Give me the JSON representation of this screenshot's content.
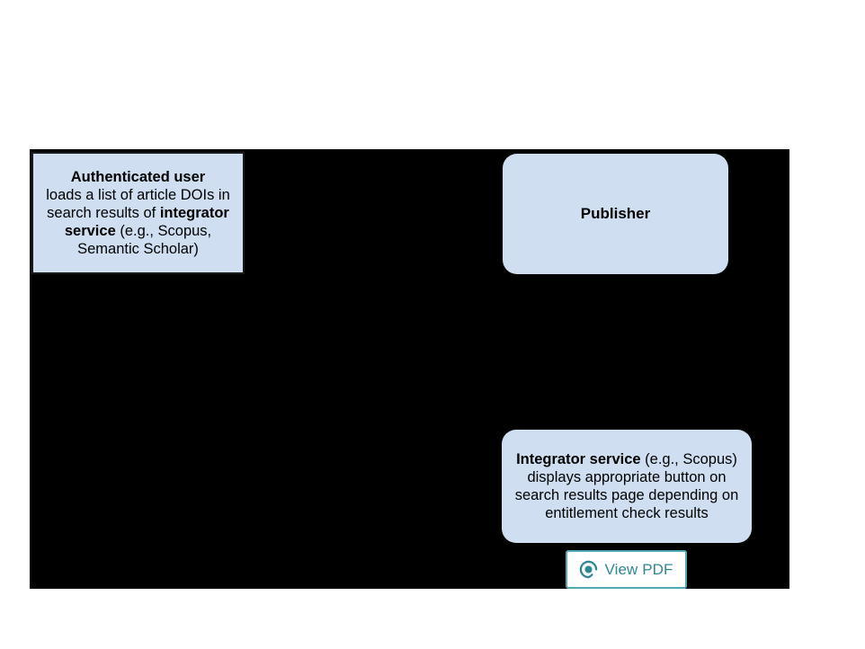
{
  "diagram": {
    "background_color": "#000000",
    "node_fill_color": "#cfdef0",
    "accent_color": "#2f8794",
    "nodes": {
      "user": {
        "id": "authenticated-user",
        "lead_label": "Authenticated user",
        "body_before": "loads a list of article DOIs in search results of ",
        "emphasis": "integrator service",
        "body_after": " (e.g., Scopus, Semantic Scholar)",
        "shape": "rectangle"
      },
      "publisher": {
        "id": "publisher",
        "label": "Publisher",
        "shape": "rounded-rectangle"
      },
      "integrator": {
        "id": "integrator-service",
        "emphasis": "Integrator service",
        "body_after": " (e.g., Scopus) displays appropriate button on search results page depending on entitlement check results",
        "shape": "rounded-rectangle"
      }
    },
    "button": {
      "id": "view-pdf",
      "label": "View PDF",
      "icon": "open-access-icon",
      "text_color": "#2f8794",
      "border_color": "#53a7b5",
      "background_color": "#ffffff"
    }
  }
}
